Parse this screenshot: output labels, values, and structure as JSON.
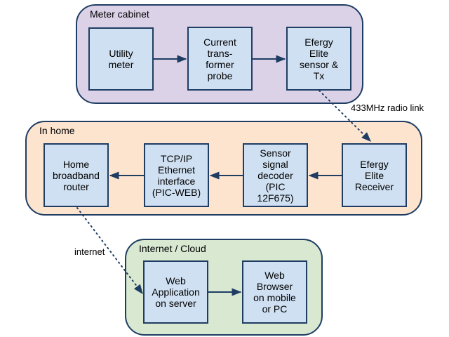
{
  "colors": {
    "meter_cabinet_fill": "#dcd2e8",
    "in_home_fill": "#fde4cf",
    "cloud_fill": "#d8e8d1",
    "node_fill": "#cfe0f2",
    "stroke": "#1f3d63"
  },
  "groups": {
    "meter_cabinet": {
      "label": "Meter cabinet"
    },
    "in_home": {
      "label": "In home"
    },
    "cloud": {
      "label": "Internet / Cloud"
    }
  },
  "nodes": {
    "utility_meter": "Utility\nmeter",
    "ct_probe": "Current\ntrans-\nformer\nprobe",
    "efergy_sensor": "Efergy\nElite\nsensor &\nTx",
    "efergy_receiver": "Efergy\nElite\nReceiver",
    "decoder": "Sensor\nsignal\ndecoder\n(PIC\n12F675)",
    "ethernet": "TCP/IP\nEthernet\ninterface\n(PIC-WEB)",
    "router": "Home\nbroadband\nrouter",
    "web_app": "Web\nApplication\non server",
    "web_browser": "Web\nBrowser\non mobile\nor PC"
  },
  "links": {
    "radio_label": "433MHz radio link",
    "internet_label": "internet"
  }
}
